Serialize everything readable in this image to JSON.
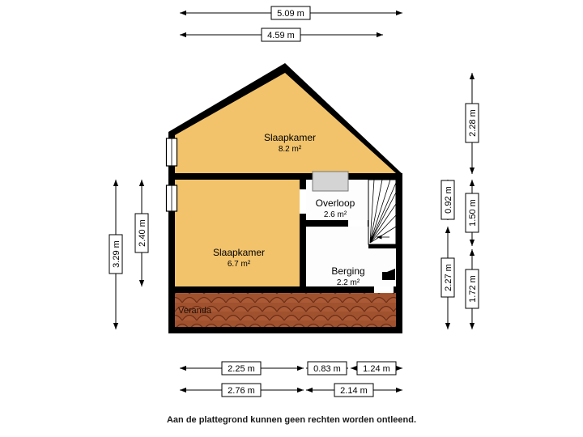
{
  "footer": {
    "disclaimer": "Aan de plattegrond kunnen geen rechten worden ontleend."
  },
  "rooms": {
    "bedroom_top": {
      "name": "Slaapkamer",
      "area": "8.2 m²"
    },
    "bedroom_left": {
      "name": "Slaapkamer",
      "area": "6.7 m²"
    },
    "hallway": {
      "name": "Overloop",
      "area": "2.6 m²"
    },
    "storage": {
      "name": "Berging",
      "area": "2.2 m²"
    },
    "veranda": {
      "name": "Veranda"
    }
  },
  "dims": {
    "top": [
      {
        "label": "5.09 m"
      },
      {
        "label": "4.59 m"
      }
    ],
    "left": [
      {
        "label": "3.29 m"
      },
      {
        "label": "2.40 m"
      }
    ],
    "right": [
      {
        "label": "2.28 m"
      },
      {
        "label": "0.92 m"
      },
      {
        "label": "1.50 m"
      },
      {
        "label": "2.27 m"
      },
      {
        "label": "1.72 m"
      }
    ],
    "bottom": [
      {
        "label": "2.25 m"
      },
      {
        "label": "0.83 m"
      },
      {
        "label": "1.24 m"
      },
      {
        "label": "2.76 m"
      },
      {
        "label": "2.14 m"
      }
    ]
  },
  "colors": {
    "room_fill": "#F2C36B",
    "wall": "#000000",
    "floor_light": "#FFFFFF",
    "tile_base": "#A0512E",
    "tile_line": "#6B2F18"
  },
  "icons": {
    "boiler": "boiler-icon",
    "stair_direction": "arrow-icon"
  }
}
